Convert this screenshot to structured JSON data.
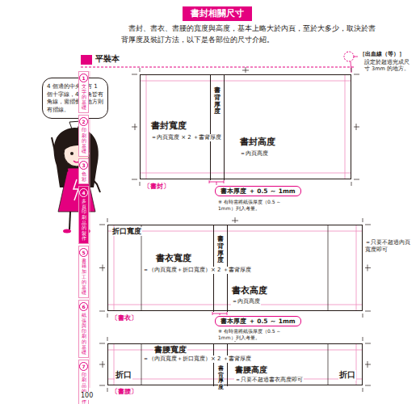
{
  "diagram": {
    "title": "書封相關尺寸",
    "nodes": [
      {
        "text": [
          "書封相關尺寸"
        ]
      },
      {
        "text": [
          "4 個邊的中央各有 1 個十字線，4 個角皆有角線，需摺疊的地方則有摺線。"
        ]
      },
      {
        "text": [
          "書封寬度",
          "＝內頁寬度 × 2 ＋書背厚度",
          "書封高度",
          "＝內頁高度"
        ]
      },
      {
        "text": [
          "書背厚度"
        ],
        "in": 2
      },
      {
        "text": [
          "書本厚度 ＋ 0.5 ～ 1mm"
        ]
      },
      {
        "text": [
          "折口寬度",
          "書衣寬度",
          "＝（內頁寬度＋折口寬度）× 2 ＋書背厚度",
          "書衣高度",
          "＝內頁高度"
        ]
      },
      {
        "text": [
          "書背厚度"
        ],
        "in": 5
      },
      {
        "text": [
          "書本厚度 ＋ 0.5 ～ 1mm"
        ]
      },
      {
        "text": [
          "書腰寬度",
          "＝（內頁寬度＋折口寬度）× 2 ＋書背厚度",
          "折口",
          "書腰高度",
          "＝只要不超過書衣高度即可",
          "折口"
        ]
      },
      {
        "text": [
          "書背厚度"
        ],
        "in": 8
      },
      {
        "text": [
          "1",
          "文字的基礎"
        ]
      },
      {
        "text": [
          "2",
          "印刷的基礎"
        ]
      },
      {
        "text": [
          "3",
          "色彩"
        ]
      },
      {
        "text": [
          "4",
          "多頁印刷品的製作"
        ]
      },
      {
        "text": [
          "5",
          "書籍加工的基礎"
        ]
      },
      {
        "text": [
          "6",
          "紙張與印刷的基礎"
        ]
      },
      {
        "text": [
          "7",
          "印刷品的製作"
        ]
      }
    ],
    "labels": [
      "書封、書衣、書腰的寬度與高度，基本上略大於內頁，至於大多少，取決於書背厚度及裝訂方法，以下是各部位的尺寸介紹。",
      "平裝本",
      "［出血線（等）］",
      "設定於超過完成尺寸 3mm 的地方。",
      "〔書封〕",
      "※ 有時需將紙張厚度（0.5 ～ 1mm）列入考量。",
      "＝只要不超過內頁寬度即可",
      "〔書衣〕",
      "※ 有時需將紙張厚度（0.5 ～ 1mm）列入考量。",
      "〔書腰〕",
      "100"
    ]
  }
}
